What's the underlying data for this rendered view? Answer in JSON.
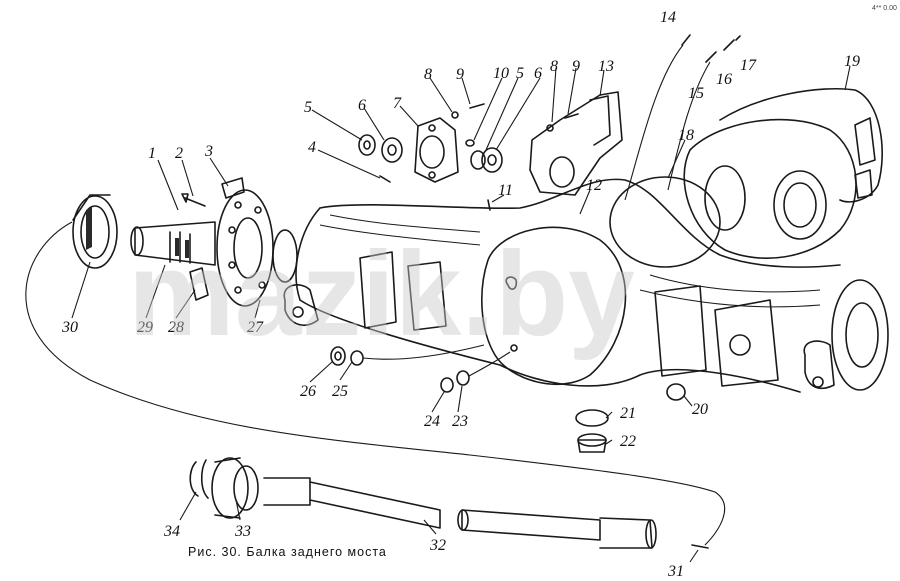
{
  "caption": "Рис. 30. Балка заднего моста",
  "watermark": "mazik.by",
  "corner_mark": "4** 0.00",
  "callouts": [
    "1",
    "2",
    "3",
    "4",
    "5",
    "6",
    "7",
    "8",
    "9",
    "10",
    "5",
    "6",
    "8",
    "9",
    "13",
    "14",
    "15",
    "16",
    "17",
    "19",
    "18",
    "11",
    "12",
    "30",
    "29",
    "28",
    "27",
    "26",
    "25",
    "24",
    "23",
    "21",
    "22",
    "20",
    "34",
    "33",
    "32",
    "31"
  ]
}
